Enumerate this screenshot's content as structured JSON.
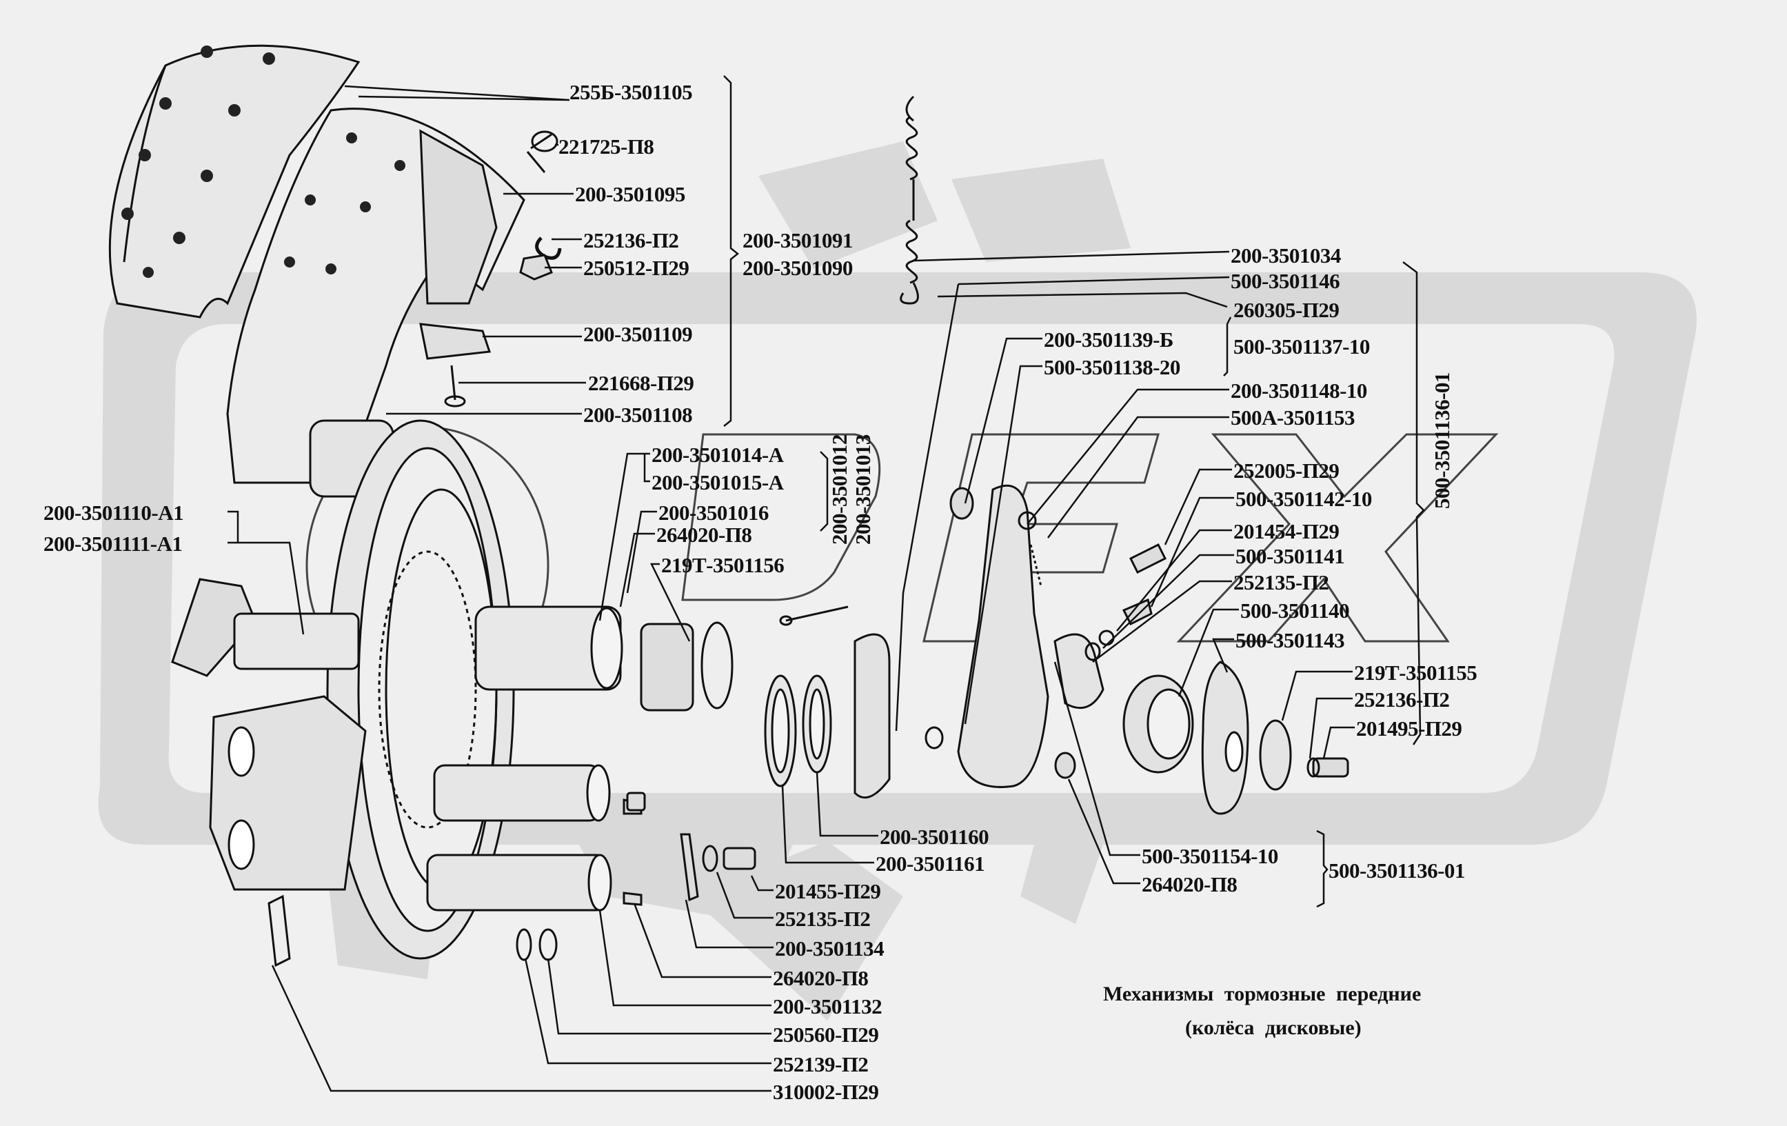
{
  "diagram": {
    "title": "Механизмы тормозные передние",
    "subtitle": "(колёса дисковые)",
    "colors": {
      "background": "#f0f0f0",
      "watermark": "#d9d9d9",
      "ink": "#111111"
    },
    "watermark_text": "ORFX",
    "labels": {
      "l_255b_3501105": "255Б-3501105",
      "l_221725_p8": "221725-П8",
      "l_200_3501095": "200-3501095",
      "l_252136_p2_top": "252136-П2",
      "l_250512_p29": "250512-П29",
      "l_200_3501091": "200-3501091",
      "l_200_3501090": "200-3501090",
      "l_200_3501109": "200-3501109",
      "l_221668_p29": "221668-П29",
      "l_200_3501108": "200-3501108",
      "l_200_3501034": "200-3501034",
      "l_500_3501146": "500-3501146",
      "l_260305_p29": "260305-П29",
      "l_200_3501139_b": "200-3501139-Б",
      "l_500_3501138_20": "500-3501138-20",
      "l_500_3501137_10": "500-3501137-10",
      "l_200_3501148_10": "200-3501148-10",
      "l_500a_3501153": "500А-3501153",
      "l_252005_p29": "252005-П29",
      "l_500_3501142_10": "500-3501142-10",
      "l_201454_p29": "201454-П29",
      "l_500_3501141": "500-3501141",
      "l_252135_p2_right": "252135-П2",
      "l_500_3501140": "500-3501140",
      "l_500_3501143": "500-3501143",
      "l_219t_3501155": "219Т-3501155",
      "l_252136_p2_right": "252136-П2",
      "l_201495_p29": "201495-П29",
      "l_500_3501136_01_vertical": "500-3501136-01",
      "l_200_3501014_a": "200-3501014-А",
      "l_200_3501015_a": "200-3501015-А",
      "l_200_3501016": "200-3501016",
      "l_264020_p8_mid": "264020-П8",
      "l_219t_3501156": "219Т-3501156",
      "l_200_3501012_vertical": "200-3501012",
      "l_200_3501013_vertical": "200-3501013",
      "l_200_3501110_a1": "200-3501110-А1",
      "l_200_3501111_a1": "200-3501111-А1",
      "l_200_3501160": "200-3501160",
      "l_200_3501161": "200-3501161",
      "l_201455_p29": "201455-П29",
      "l_252135_p2_bottom": "252135-П2",
      "l_200_3501134": "200-3501134",
      "l_264020_p8_bottom": "264020-П8",
      "l_200_3501132": "200-3501132",
      "l_250560_p29": "250560-П29",
      "l_252139_p2": "252139-П2",
      "l_310002_p29": "310002-П29",
      "l_500_3501154_10": "500-3501154-10",
      "l_264020_p8_right": "264020-П8",
      "l_500_3501136_01": "500-3501136-01"
    }
  }
}
